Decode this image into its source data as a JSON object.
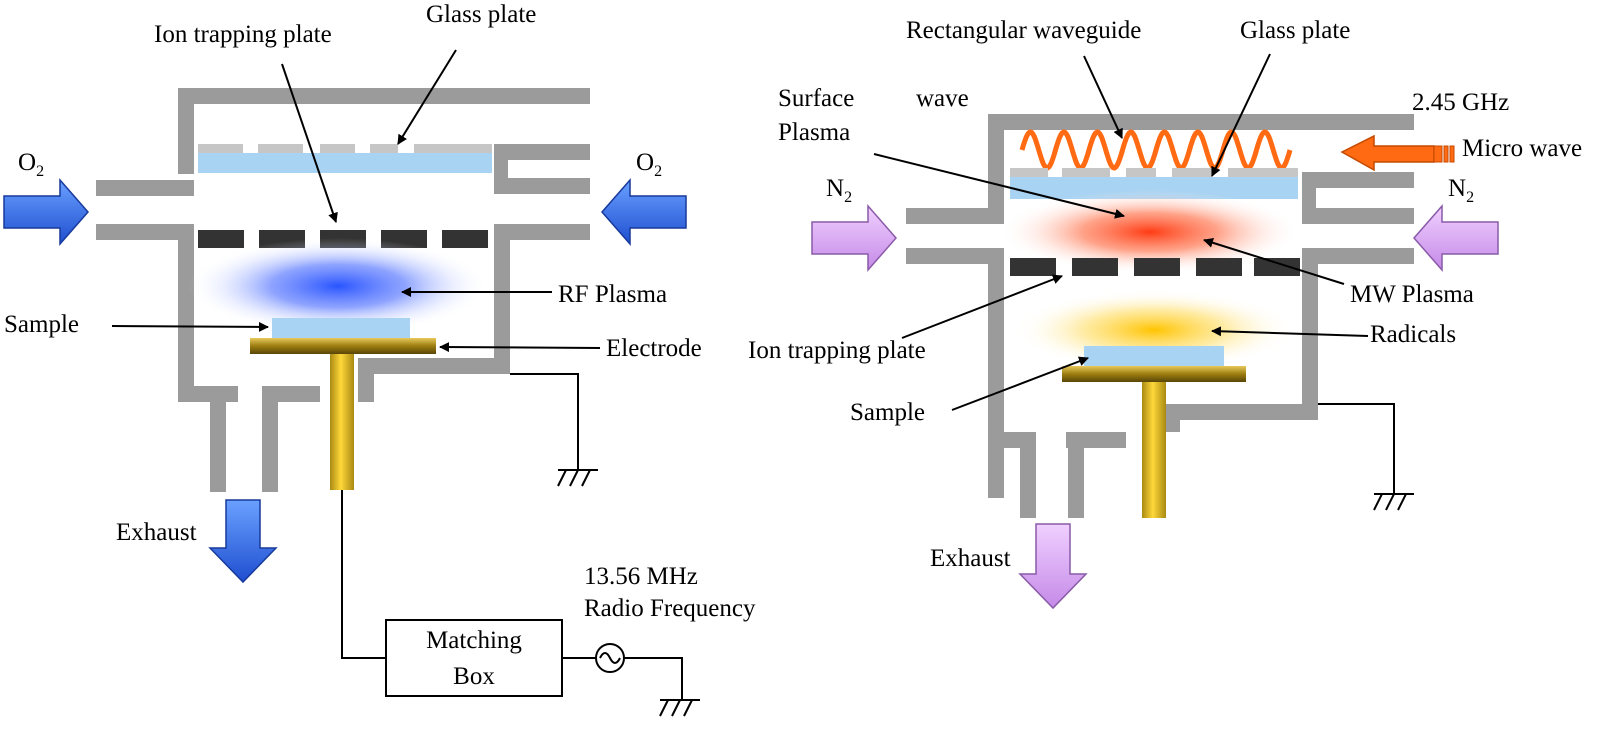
{
  "left_diagram": {
    "labels": {
      "ion_trapping_plate": "Ion trapping plate",
      "glass_plate": "Glass plate",
      "gas_inlet_left": "O",
      "gas_inlet_left_sub": "2",
      "gas_inlet_right": "O",
      "gas_inlet_right_sub": "2",
      "rf_plasma": "RF Plasma",
      "sample": "Sample",
      "electrode": "Electrode",
      "exhaust": "Exhaust",
      "frequency": "13.56 MHz",
      "source": "Radio Frequency",
      "matching_box_line1": "Matching",
      "matching_box_line2": "Box"
    },
    "colors": {
      "gas_arrow": "#2a62e0",
      "plasma": "#2b5cff",
      "glass": "#a9d3f2",
      "electrode": "#c9a227"
    }
  },
  "right_diagram": {
    "labels": {
      "rectangular_waveguide": "Rectangular waveguide",
      "glass_plate": "Glass plate",
      "surface_wave_plasma_line1": "Surface",
      "surface_wave_plasma_line2": "Plasma",
      "wave": "wave",
      "frequency": "2.45 GHz",
      "source": "Micro wave",
      "gas_inlet_left": "N",
      "gas_inlet_left_sub": "2",
      "gas_inlet_right": "N",
      "gas_inlet_right_sub": "2",
      "mw_plasma": "MW Plasma",
      "ion_trapping_plate": "Ion trapping plate",
      "radicals": "Radicals",
      "sample": "Sample",
      "exhaust": "Exhaust"
    },
    "colors": {
      "gas_arrow": "#d9a6f0",
      "plasma": "#ff5a2a",
      "radicals": "#f5c518",
      "microwave": "#ff6a13"
    }
  }
}
